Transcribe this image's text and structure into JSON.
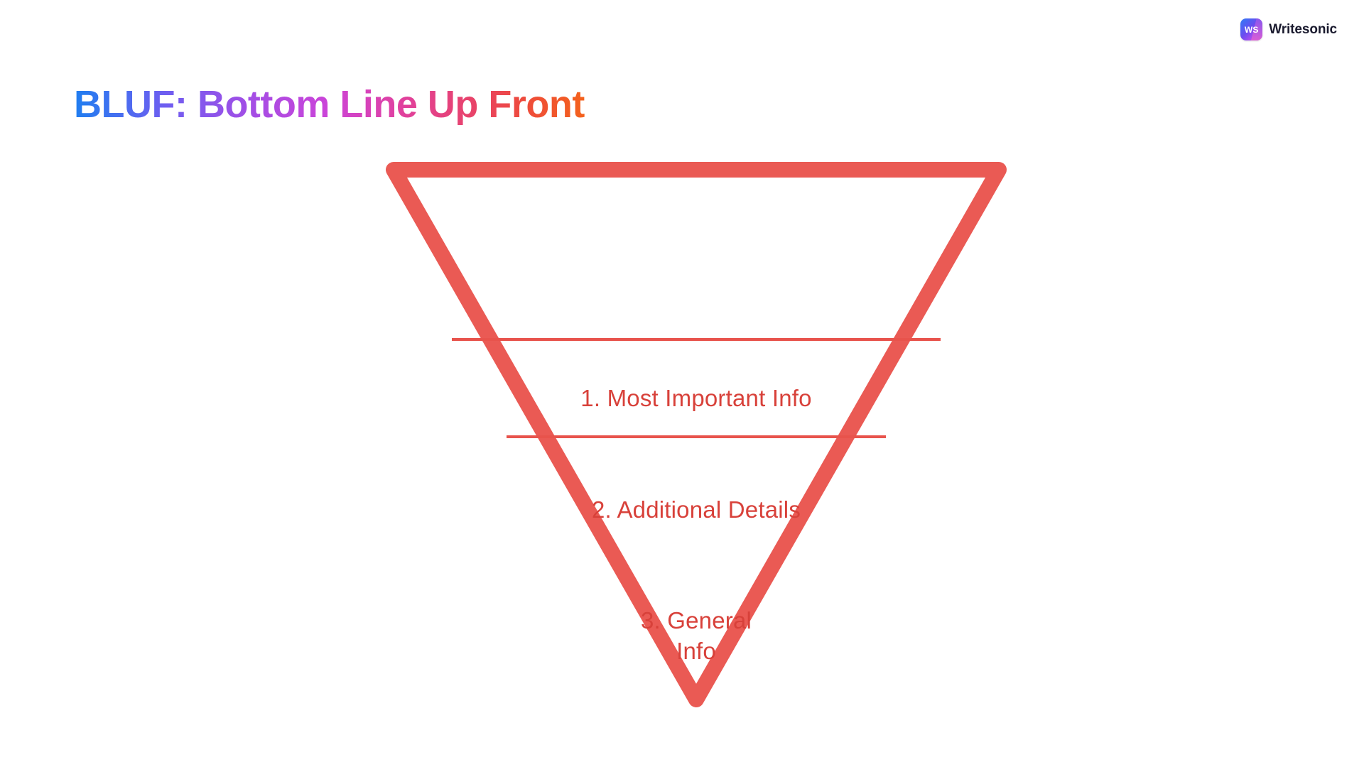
{
  "slide": {
    "title": "BLUF: Bottom Line Up Front",
    "background_color": "#ffffff"
  },
  "brand": {
    "mark_text": "WS",
    "name": "Writesonic",
    "mark_gradient_from": "#2f7bf6",
    "mark_gradient_to": "#ef5ba8",
    "name_color": "#1a1a2e"
  },
  "title_gradient": {
    "start": "#1f7ef0",
    "mid_purple": "#a24ee6",
    "mid_magenta": "#cc44d8",
    "mid_pink": "#e0419f",
    "red": "#ee4b3c",
    "end_orange": "#f4621c"
  },
  "diagram": {
    "type": "inverted-pyramid",
    "stroke_color": "#ea5a54",
    "divider_color": "#e8534c",
    "label_color": "#d8413a",
    "levels": [
      {
        "index": "1",
        "label": "1. Most Important Info"
      },
      {
        "index": "2",
        "label": "2. Additional Details"
      },
      {
        "index": "3",
        "label": "3. General\nInfo"
      }
    ]
  }
}
